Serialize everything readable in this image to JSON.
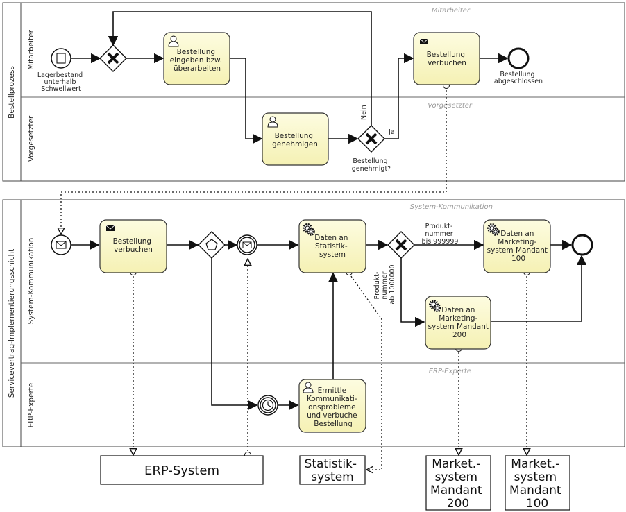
{
  "pools": [
    {
      "label": "Bestellprozess",
      "lanes": [
        {
          "label": "Mitarbeiter",
          "watermark": "Mitarbeiter"
        },
        {
          "label": "Vorgesetzter",
          "watermark": "Vorgesetzter"
        }
      ]
    },
    {
      "label": "Servicevertrag-Implementierungsschicht",
      "lanes": [
        {
          "label": "System-Kommunikation",
          "watermark": "System-Kommunikation"
        },
        {
          "label": "ERP-Experte",
          "watermark": "ERP-Experte"
        }
      ]
    }
  ],
  "events": {
    "start_lagerbestand": {
      "lines": [
        "Lagerbestand",
        "unterhalb",
        "Schwellwert"
      ]
    },
    "end_abgeschlossen": {
      "lines": [
        "Bestellung",
        "abgeschlossen"
      ]
    }
  },
  "tasks": {
    "t_eingeben": {
      "type": "user",
      "lines": [
        "Bestellung",
        "eingeben bzw.",
        "überarbeiten"
      ]
    },
    "t_verbuchen_top": {
      "type": "send",
      "lines": [
        "Bestellung",
        "verbuchen"
      ]
    },
    "t_genehmigen": {
      "type": "user",
      "lines": [
        "Bestellung",
        "genehmigen"
      ]
    },
    "t_verbuchen_sys": {
      "type": "send",
      "lines": [
        "Bestellung",
        "verbuchen"
      ]
    },
    "t_statistik": {
      "type": "service",
      "lines": [
        "Daten an",
        "Statistik-",
        "system"
      ]
    },
    "t_mandant100": {
      "type": "service",
      "lines": [
        "Daten an",
        "Marketing-",
        "system Mandant",
        "100"
      ]
    },
    "t_mandant200": {
      "type": "service",
      "lines": [
        "Daten an",
        "Marketing-",
        "system Mandant",
        "200"
      ]
    },
    "t_ermittle": {
      "type": "user",
      "lines": [
        "Ermittle",
        "Kommunikati-",
        "onsprobleme",
        "und verbuche",
        "Bestellung"
      ]
    }
  },
  "gateways": {
    "g_genehmigt": {
      "lines": [
        "Bestellung",
        "genehmigt?"
      ],
      "flow_no": "Nein",
      "flow_yes": "Ja"
    },
    "g_produkt": {
      "upper_lines": [
        "Produkt-",
        "nummer",
        "bis 999999"
      ],
      "lower_lines": [
        "Produkt-",
        "nummer",
        "ab 1000000"
      ]
    }
  },
  "systems": {
    "erp": {
      "lines": [
        "ERP-System"
      ]
    },
    "statistik": {
      "lines": [
        "Statistik-",
        "system"
      ]
    },
    "mandant200": {
      "lines": [
        "Market.-",
        "system",
        "Mandant",
        "200"
      ]
    },
    "mandant100": {
      "lines": [
        "Market.-",
        "system",
        "Mandant",
        "100"
      ]
    }
  },
  "colors": {
    "task_fill": "#fbf9c9",
    "task_stroke": "#333333",
    "line": "#111111",
    "watermark": "#9a9a9a"
  }
}
